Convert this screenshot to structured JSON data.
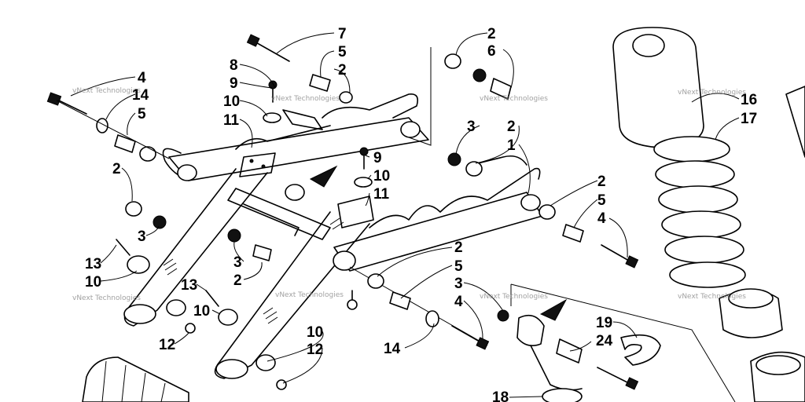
{
  "watermark": "vNext Technologies",
  "callouts": [
    {
      "id": "c1",
      "text": "7"
    },
    {
      "id": "c2",
      "text": "5"
    },
    {
      "id": "c3",
      "text": "2"
    },
    {
      "id": "c4",
      "text": "8"
    },
    {
      "id": "c5",
      "text": "9"
    },
    {
      "id": "c6",
      "text": "10"
    },
    {
      "id": "c7",
      "text": "11"
    },
    {
      "id": "c8",
      "text": "4"
    },
    {
      "id": "c9",
      "text": "14"
    },
    {
      "id": "c10",
      "text": "5"
    },
    {
      "id": "c11",
      "text": "2"
    },
    {
      "id": "c12",
      "text": "3"
    },
    {
      "id": "c13",
      "text": "13"
    },
    {
      "id": "c14",
      "text": "10"
    },
    {
      "id": "c15",
      "text": "13"
    },
    {
      "id": "c16",
      "text": "10"
    },
    {
      "id": "c17",
      "text": "12"
    },
    {
      "id": "c18",
      "text": "3"
    },
    {
      "id": "c19",
      "text": "2"
    },
    {
      "id": "c20",
      "text": "9"
    },
    {
      "id": "c21",
      "text": "10"
    },
    {
      "id": "c22",
      "text": "11"
    },
    {
      "id": "c23",
      "text": "10"
    },
    {
      "id": "c24",
      "text": "12"
    },
    {
      "id": "c25",
      "text": "2"
    },
    {
      "id": "c26",
      "text": "6"
    },
    {
      "id": "c27",
      "text": "3"
    },
    {
      "id": "c28",
      "text": "2"
    },
    {
      "id": "c29",
      "text": "1"
    },
    {
      "id": "c30",
      "text": "2"
    },
    {
      "id": "c31",
      "text": "5"
    },
    {
      "id": "c32",
      "text": "4"
    },
    {
      "id": "c33",
      "text": "2"
    },
    {
      "id": "c34",
      "text": "5"
    },
    {
      "id": "c35",
      "text": "3"
    },
    {
      "id": "c36",
      "text": "4"
    },
    {
      "id": "c37",
      "text": "14"
    },
    {
      "id": "c38",
      "text": "19"
    },
    {
      "id": "c39",
      "text": "24"
    },
    {
      "id": "c40",
      "text": "18"
    },
    {
      "id": "c41",
      "text": "16"
    },
    {
      "id": "c42",
      "text": "17"
    }
  ]
}
